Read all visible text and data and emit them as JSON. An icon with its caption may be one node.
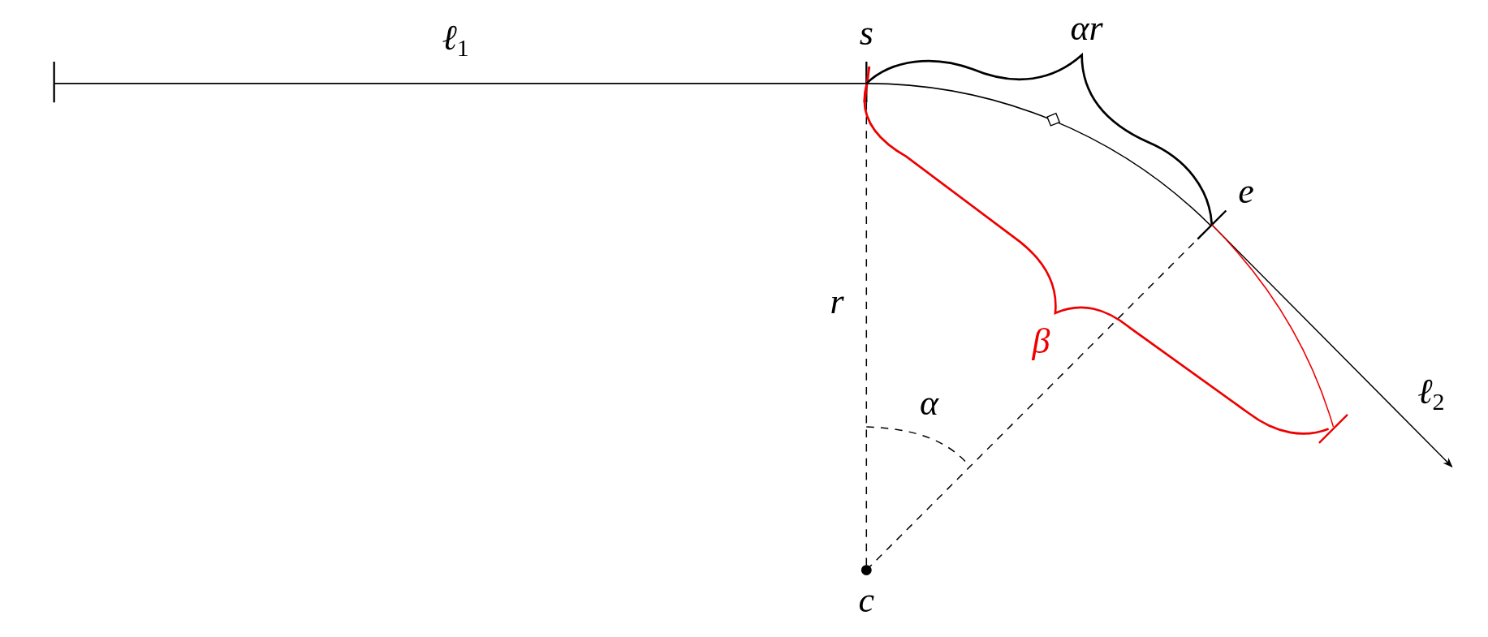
{
  "diagram": {
    "labels": [
      "ℓ$_{1}$",
      "s",
      "αr",
      "e",
      "r",
      "β",
      "α",
      "ℓ$_{2}$",
      "c"
    ]
  }
}
